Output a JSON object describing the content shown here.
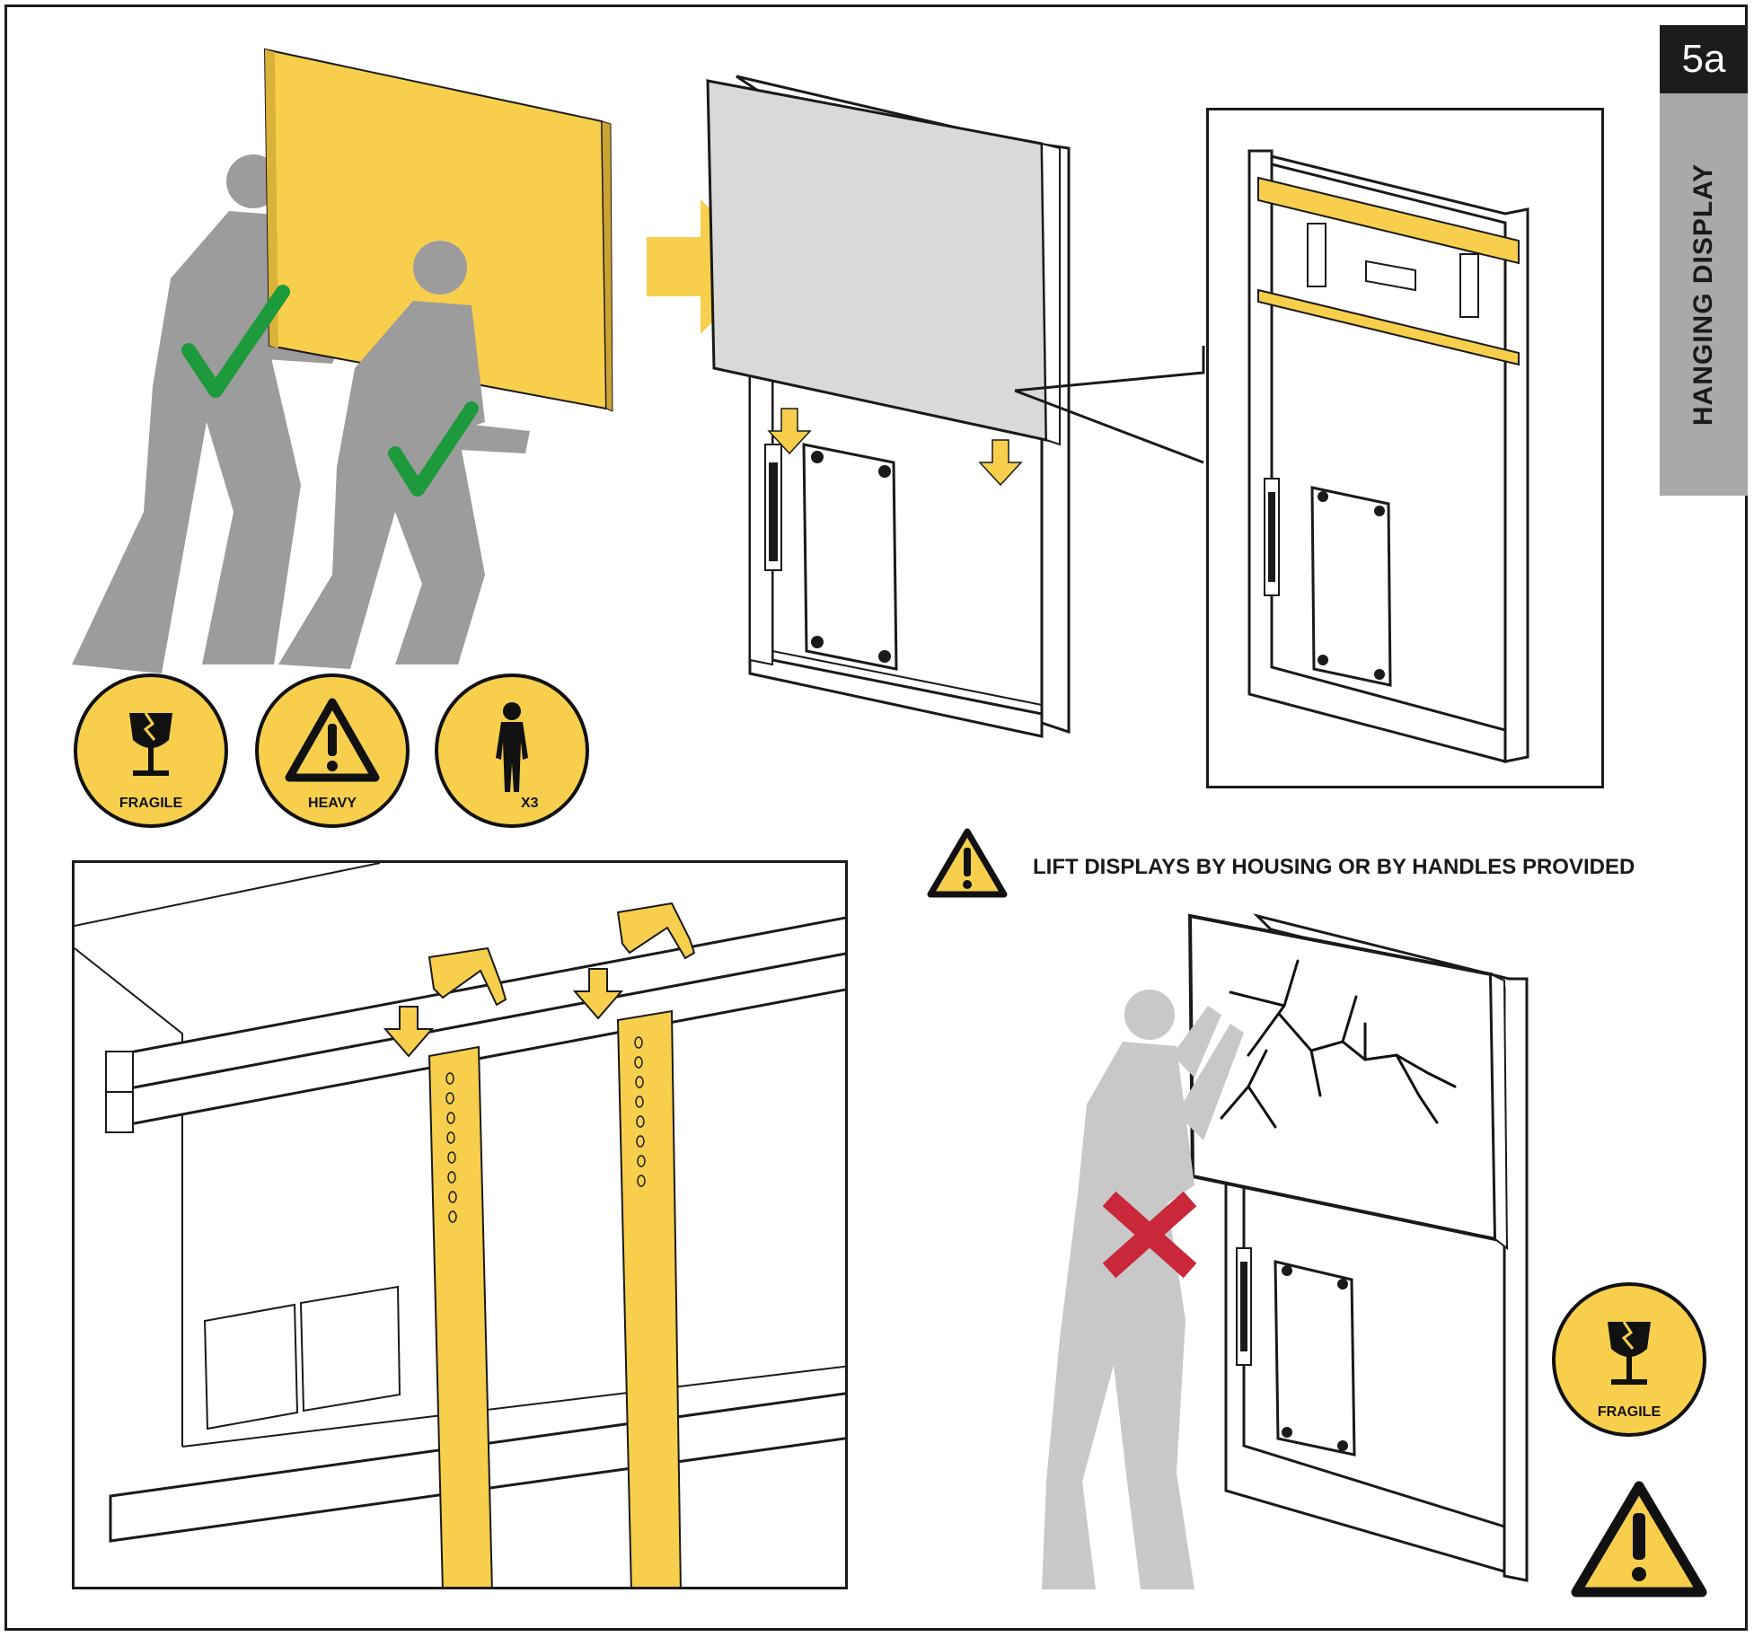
{
  "step": {
    "number": "5a"
  },
  "section": {
    "title": "HANGING DISPLAY"
  },
  "warning": {
    "text": "LIFT DISPLAYS BY HOUSING OR BY HANDLES PROVIDED"
  },
  "badges": {
    "fragile": "FRAGILE",
    "heavy": "HEAVY",
    "people": "X3",
    "fragile_bottom": "FRAGILE"
  },
  "icons": [
    "fragile-icon",
    "heavy-warning-icon",
    "person-icon",
    "warning-icon",
    "check-icon",
    "x-icon",
    "arrow-right-icon",
    "arrow-down-icon"
  ],
  "colors": {
    "accent_yellow": "#f7cf4d",
    "figure_gray": "#9c9c9c",
    "check_green": "#1d9a3c",
    "cross_red": "#c8283a",
    "tab_gray": "#a9a9a9",
    "dark": "#1c1c1c"
  }
}
